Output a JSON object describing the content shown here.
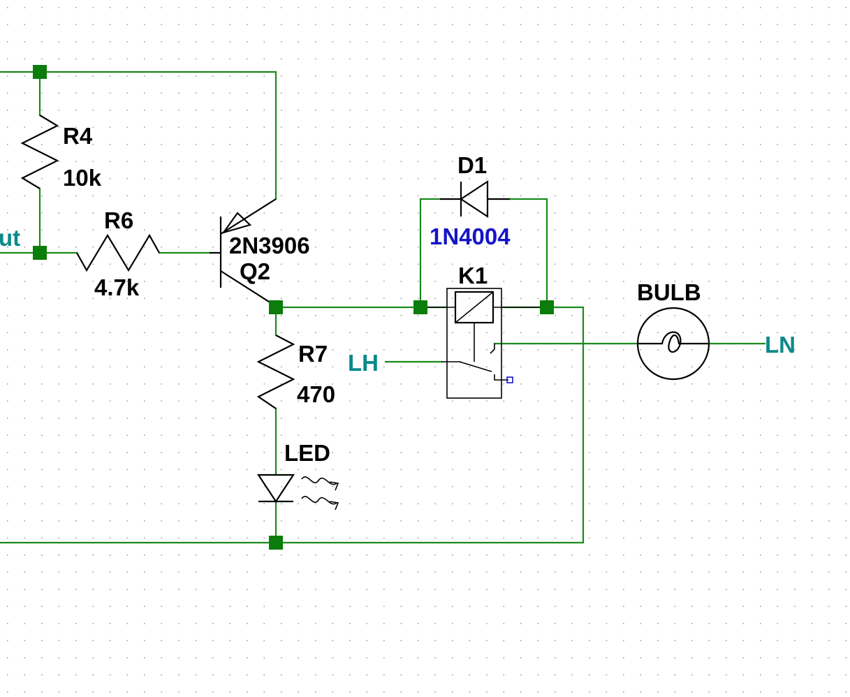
{
  "grid": {
    "color": "#9aa0a0",
    "background": "#ffffff"
  },
  "colors": {
    "wire": "#1a8a1a",
    "junction": "#0a7d0a",
    "net_label": "#0a8a8a",
    "part_value": "#1414c8",
    "symbol": "#000000"
  },
  "components": {
    "r4": {
      "ref": "R4",
      "value": "10k"
    },
    "r6": {
      "ref": "R6",
      "value": "4.7k"
    },
    "q2": {
      "ref": "Q2",
      "value": "2N3906"
    },
    "r7": {
      "ref": "R7",
      "value": "470"
    },
    "led": {
      "ref": "LED"
    },
    "d1": {
      "ref": "D1",
      "value": "1N4004"
    },
    "k1": {
      "ref": "K1"
    },
    "bulb": {
      "ref": "BULB"
    }
  },
  "nets": {
    "out": "ut",
    "lh": "LH",
    "ln": "LN"
  }
}
